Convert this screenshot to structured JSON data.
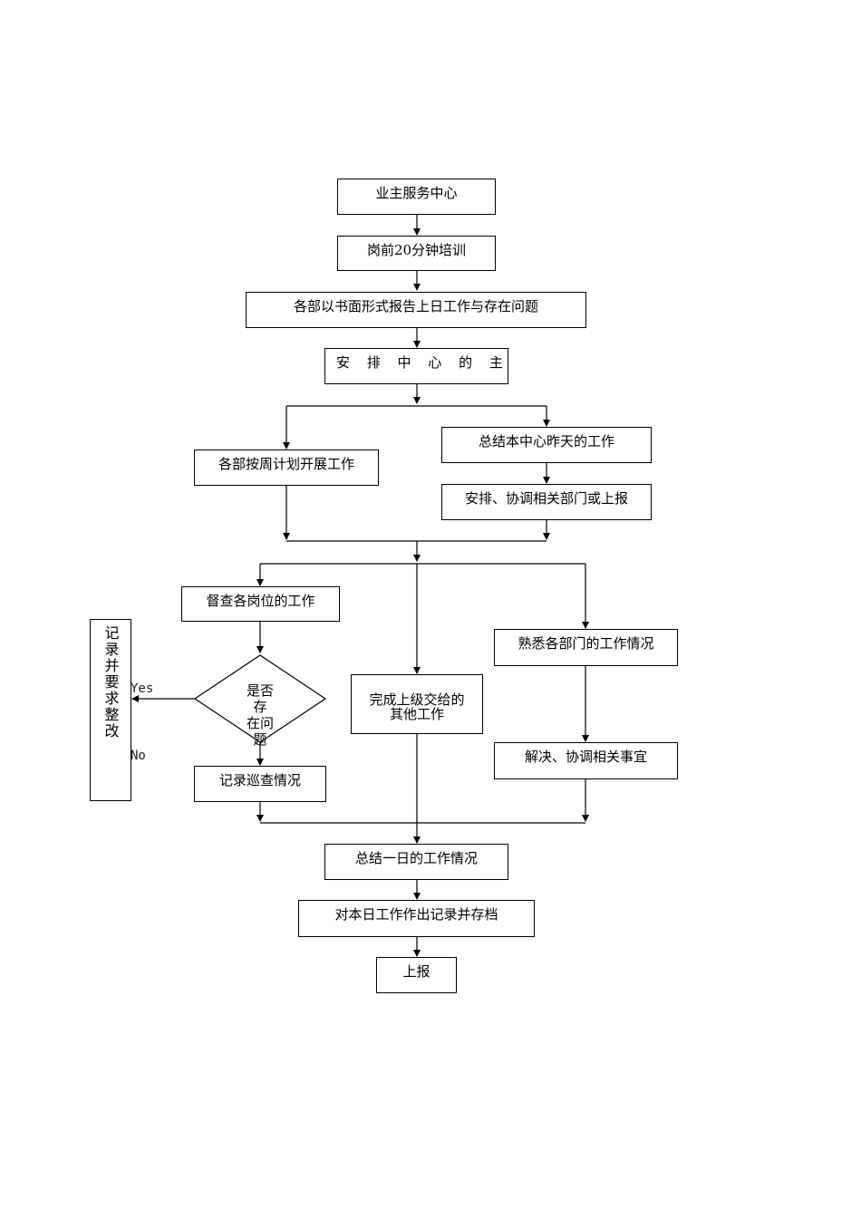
{
  "nodes": {
    "owner_service_center": "业主服务中心",
    "pre_shift_training": "岗前20分钟培训",
    "dept_written_report": "各部以书面形式报告上日工作与存在问题",
    "arrange_main_work": "安 排 中 心 的 主 要 工 作",
    "dept_weekly_plan": "各部按周计划开展工作",
    "summarize_yesterday": "总结本中心昨天的工作",
    "coordinate_report": "安排、协调相关部门或上报",
    "supervise_posts": "督查各岗位的工作",
    "decision_line1": "是否",
    "decision_line2": "存",
    "decision_line3": "在问",
    "decision_line4": "题",
    "record_rectify": "记录并要求整改",
    "complete_other_tasks_line1": "完成上级交给的",
    "complete_other_tasks_line2": "其他工作",
    "familiarize_depts": "熟悉各部门的工作情况",
    "resolve_coordinate": "解决、协调相关事宜",
    "record_inspection": "记录巡查情况",
    "summarize_day": "总结一日的工作情况",
    "record_archive": "对本日工作作出记录并存档",
    "report_up": "上报"
  },
  "edge_labels": {
    "yes": "Yes",
    "no": "No"
  },
  "colors": {
    "line": "#000000",
    "background": "#ffffff"
  }
}
